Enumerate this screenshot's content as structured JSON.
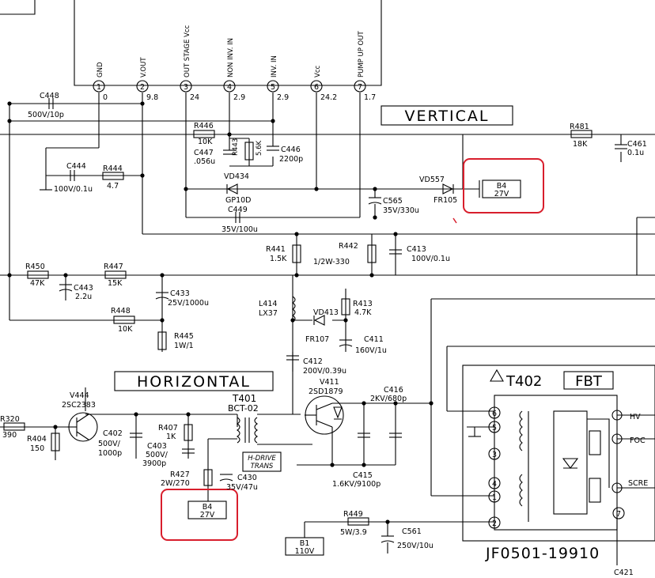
{
  "ic": {
    "pins": [
      {
        "num": "1",
        "name": "GND",
        "voltage": "0"
      },
      {
        "num": "2",
        "name": "V.OUT",
        "voltage": "9.8"
      },
      {
        "num": "3",
        "name": "OUT STAGE Vcc",
        "voltage": "24"
      },
      {
        "num": "4",
        "name": "NON INV. IN",
        "voltage": "2.9"
      },
      {
        "num": "5",
        "name": "INV. IN",
        "voltage": "2.9"
      },
      {
        "num": "6",
        "name": "Vcc",
        "voltage": "24.2"
      },
      {
        "num": "7",
        "name": "PUMP UP OUT",
        "voltage": "1.7"
      }
    ]
  },
  "sections": {
    "vertical": "VERTICAL",
    "horizontal": "HORIZONTAL"
  },
  "components": {
    "c448": {
      "ref": "C448",
      "value": "500V/10p"
    },
    "r446": {
      "ref": "R446",
      "value": "10K"
    },
    "c447": {
      "ref": "C447",
      "value": ".056u"
    },
    "r443": {
      "ref": "R443",
      "value": "5.6K"
    },
    "c446": {
      "ref": "C446",
      "value": "2200p"
    },
    "c444": {
      "ref": "C444",
      "value": "100V/0.1u"
    },
    "r444": {
      "ref": "R444",
      "value": "4.7"
    },
    "vd434": {
      "ref": "VD434",
      "value": "GP10D"
    },
    "c449": {
      "ref": "C449",
      "value": "35V/100u"
    },
    "vd557": {
      "ref": "VD557",
      "value": "FR105"
    },
    "c565": {
      "ref": "C565",
      "value": "35V/330u"
    },
    "r481": {
      "ref": "R481",
      "value": "18K"
    },
    "c461": {
      "ref": "C461",
      "value": "0.1u"
    },
    "r441": {
      "ref": "R441",
      "value": "1.5K"
    },
    "r442": {
      "ref": "R442",
      "value": "1/2W-330"
    },
    "c413": {
      "ref": "C413",
      "value": "100V/0.1u"
    },
    "r450": {
      "ref": "R450",
      "value": "47K"
    },
    "r447": {
      "ref": "R447",
      "value": "15K"
    },
    "c443": {
      "ref": "C443",
      "value": "2.2u"
    },
    "c433": {
      "ref": "C433",
      "value": "25V/1000u"
    },
    "r448": {
      "ref": "R448",
      "value": "10K"
    },
    "r445": {
      "ref": "R445",
      "value": "1W/1"
    },
    "l414": {
      "ref": "L414",
      "value": "LX37"
    },
    "r413": {
      "ref": "R413",
      "value": "4.7K"
    },
    "vd413": {
      "ref": "VD413",
      "value": "FR107"
    },
    "c411": {
      "ref": "C411",
      "value": "160V/1u"
    },
    "c412": {
      "ref": "C412",
      "value": "200V/0.39u"
    },
    "v411": {
      "ref": "V411",
      "value": "2SD1879"
    },
    "c416": {
      "ref": "C416",
      "value": "2KV/680p"
    },
    "t401": {
      "ref": "T401",
      "value": "BCT-02"
    },
    "v444": {
      "ref": "V444",
      "value": "2SC2383"
    },
    "r320": {
      "ref": "R320",
      "value": "390"
    },
    "r404": {
      "ref": "R404",
      "value": "150"
    },
    "c402": {
      "ref": "C402",
      "value": "500V/",
      "value2": "1000p"
    },
    "r407": {
      "ref": "R407",
      "value": "1K"
    },
    "c403": {
      "ref": "C403",
      "value": "500V/",
      "value2": "3900p"
    },
    "r427": {
      "ref": "R427",
      "value": "2W/270"
    },
    "c430": {
      "ref": "C430",
      "value": "35V/47u"
    },
    "c415": {
      "ref": "C415",
      "value": "1.6KV/9100p"
    },
    "r449": {
      "ref": "R449",
      "value": "5W/3.9"
    },
    "c561": {
      "ref": "C561",
      "value": "250V/10u"
    },
    "c421": {
      "ref": "C421"
    }
  },
  "hdrive": {
    "line1": "H-DRIVE",
    "line2": "TRANS"
  },
  "b4_top": {
    "label": "B4",
    "value": "27V"
  },
  "b4_bottom": {
    "label": "B4",
    "value": "27V"
  },
  "b1": {
    "label": "B1",
    "value": "110V"
  },
  "fbt": {
    "title_prefix": "T402",
    "title_box": "FBT",
    "part": "JF0501-19910",
    "pins": [
      "6",
      "5",
      "3",
      "4",
      "1",
      "2"
    ],
    "out_hv": "HV",
    "out_focus": "FOC",
    "out_screen": "SCRE",
    "out_7": "7"
  },
  "highlight_color": "#d81e2c"
}
